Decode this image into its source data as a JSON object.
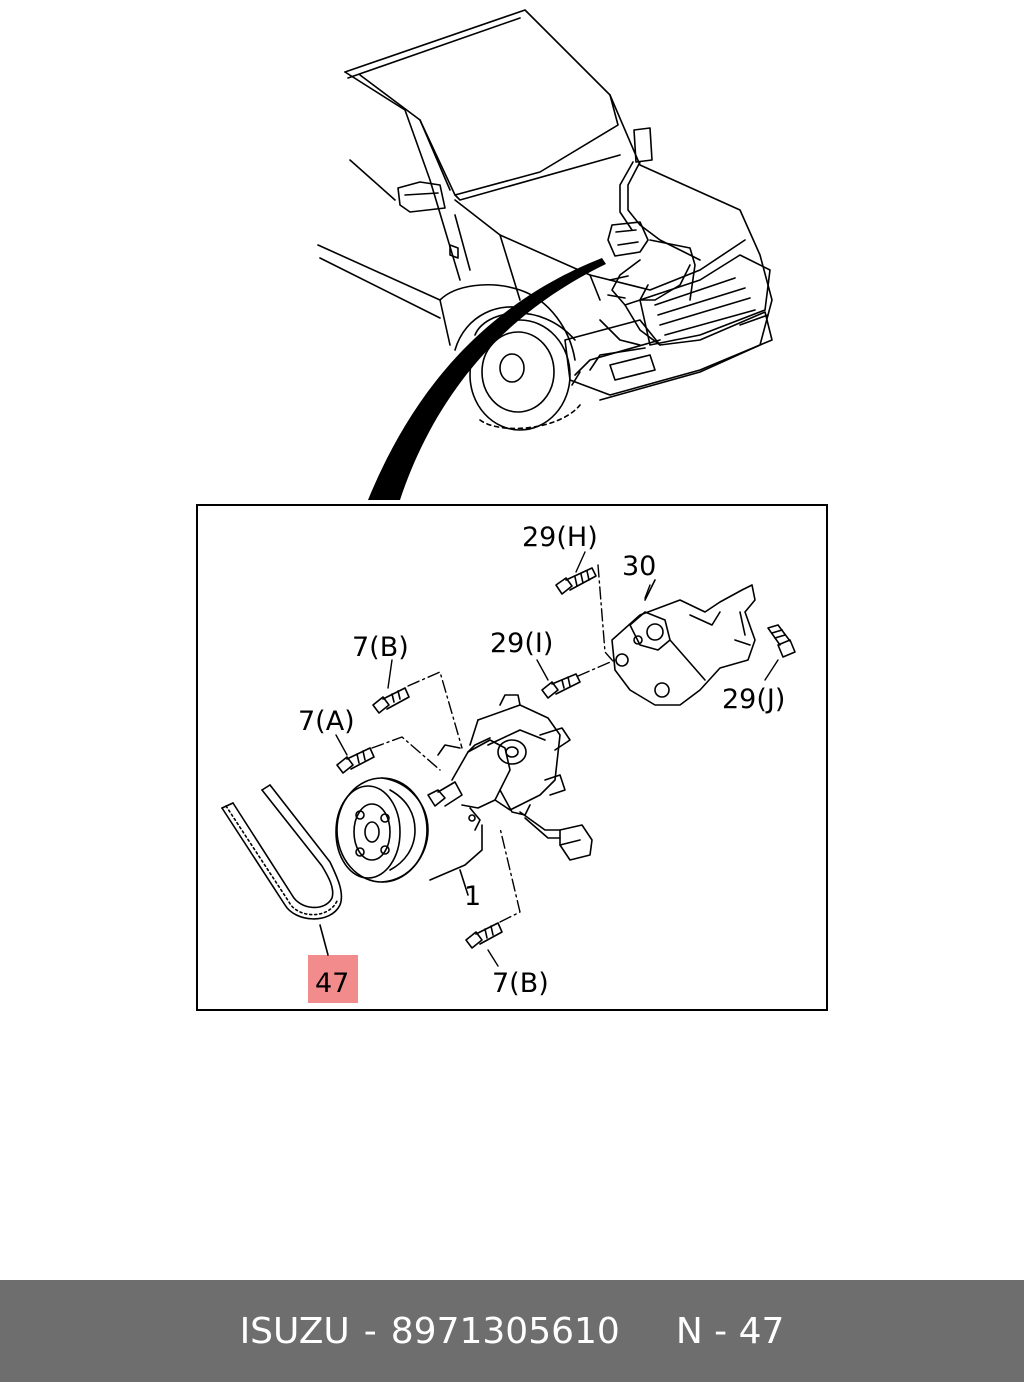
{
  "diagram": {
    "callouts": {
      "bolt_29h": "29(H)",
      "bracket_30": "30",
      "bolt_7b_top": "7(B)",
      "bolt_29i": "29(I)",
      "bolt_7a": "7(A)",
      "bolt_29j": "29(J)",
      "pump_1": "1",
      "belt_47": "47",
      "bolt_7b_bottom": "7(B)"
    },
    "highlight_color": "#f28b8b"
  },
  "footer": {
    "brand": "ISUZU",
    "separator": "-",
    "part_number": "8971305610",
    "page_ref": "N - 47"
  }
}
